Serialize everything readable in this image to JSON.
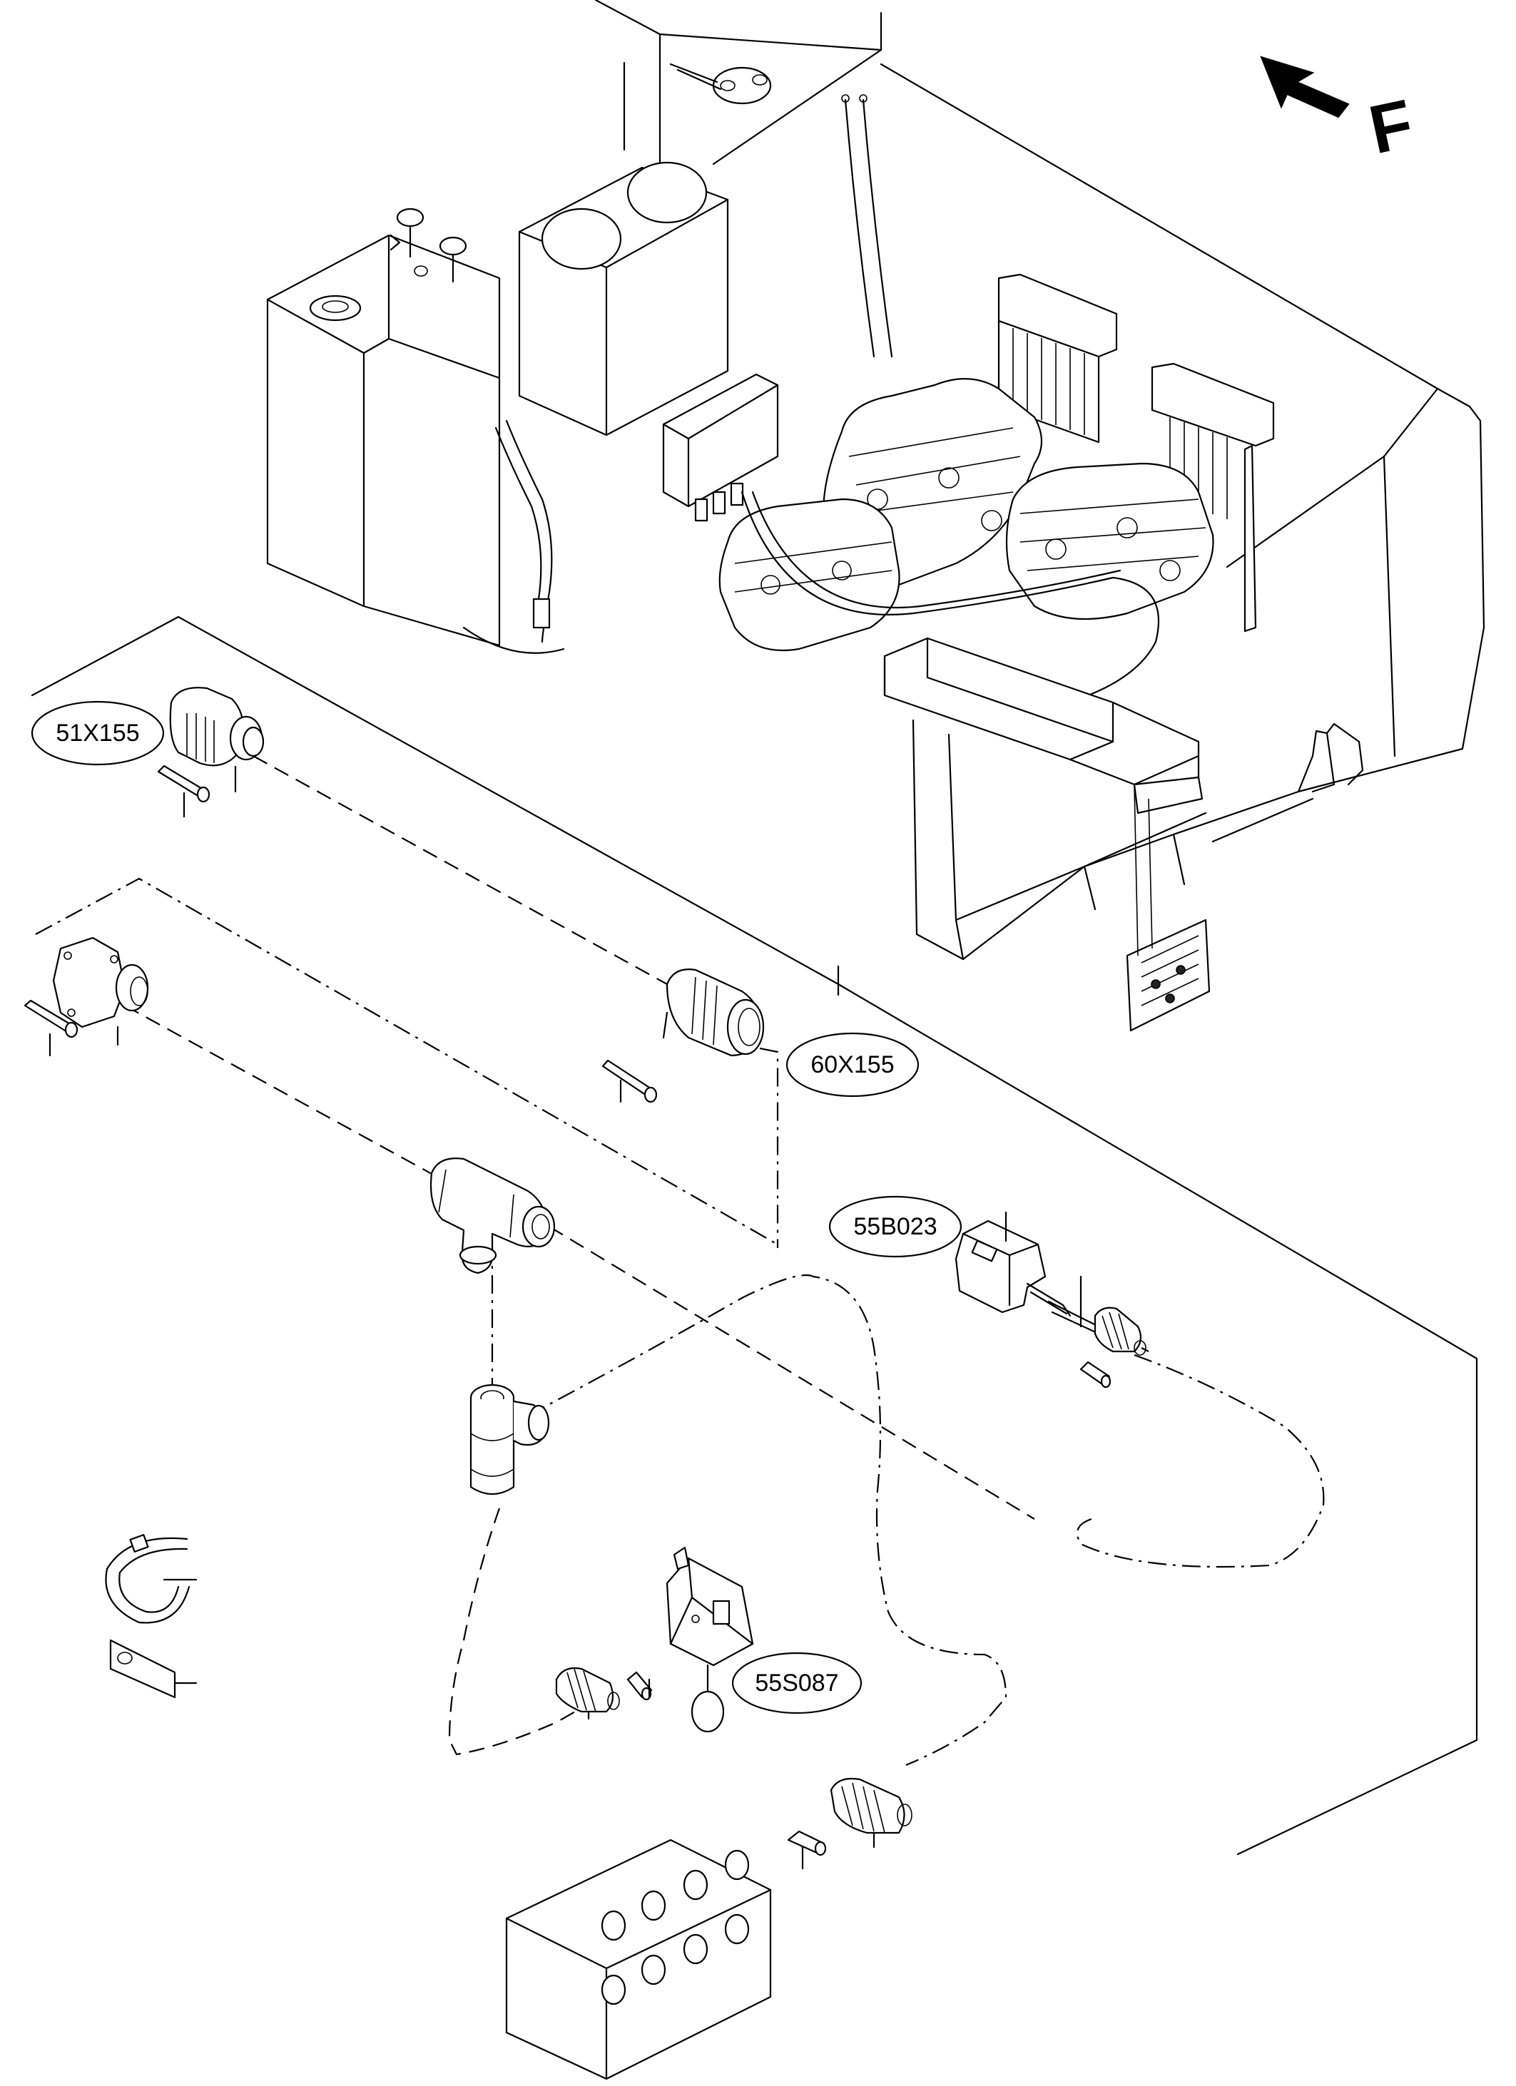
{
  "direction": {
    "letter": "F"
  },
  "callouts": {
    "c1": "51X155",
    "c2": "60X155",
    "c3": "55B023",
    "c4": "55S087"
  }
}
